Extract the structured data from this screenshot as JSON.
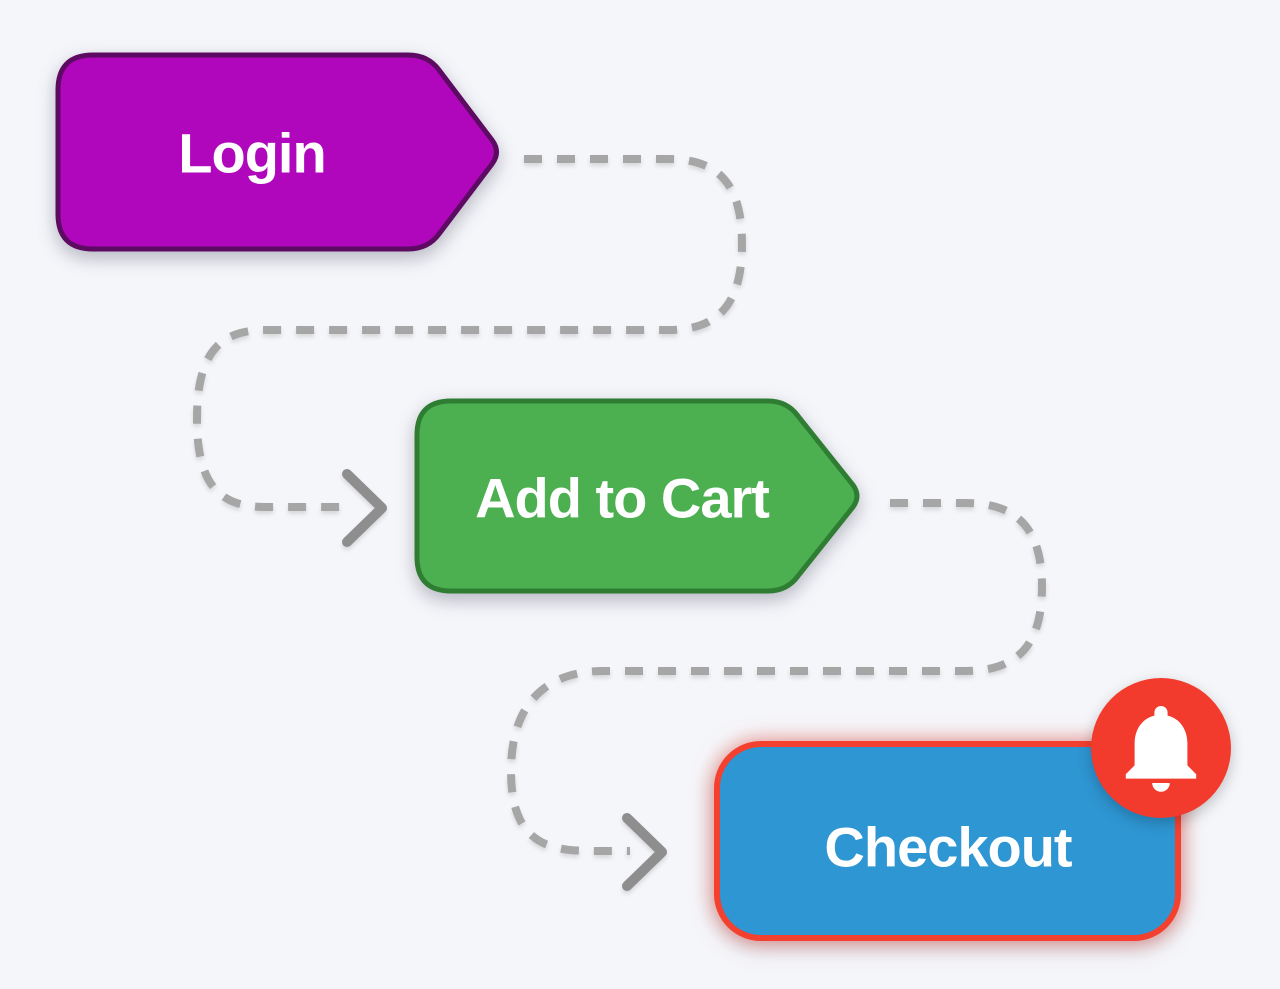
{
  "diagram": {
    "background_color": "#f5f6fa",
    "connector": {
      "style": "dashed",
      "color": "#a6a6a6",
      "arrow_color": "#8e8e8e"
    },
    "nodes": [
      {
        "id": "login",
        "label": "Login",
        "shape": "arrow-tag",
        "fill": "#b007bd",
        "border": "#5d0a62",
        "text_color": "#ffffff"
      },
      {
        "id": "add-to-cart",
        "label": "Add to Cart",
        "shape": "arrow-tag",
        "fill": "#4caf50",
        "border": "#2e7d32",
        "text_color": "#ffffff"
      },
      {
        "id": "checkout",
        "label": "Checkout",
        "shape": "rounded-rect",
        "fill": "#2e96d3",
        "border": "#f4402f",
        "text_color": "#ffffff"
      }
    ],
    "edges": [
      {
        "from": "login",
        "to": "add-to-cart",
        "style": "dashed"
      },
      {
        "from": "add-to-cart",
        "to": "checkout",
        "style": "dashed"
      }
    ],
    "badge": {
      "attached_to": "checkout",
      "icon": "bell",
      "fill": "#f23b2c",
      "icon_color": "#ffffff"
    }
  }
}
